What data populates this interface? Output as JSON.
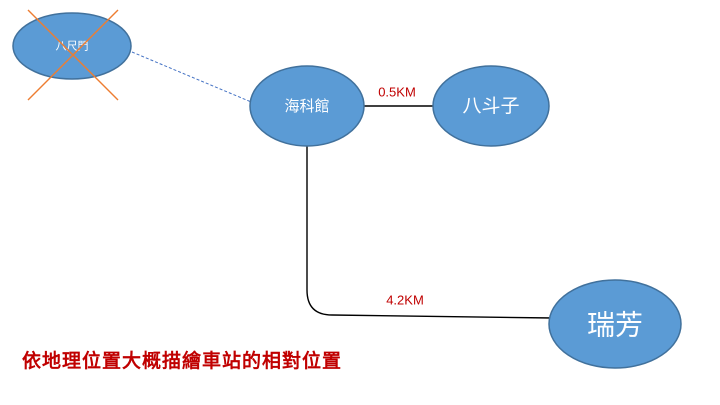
{
  "colors": {
    "node_fill": "#5B9BD5",
    "node_stroke": "#41719C",
    "cross": "#ED7D31",
    "distance_text": "#C00000",
    "caption_text": "#C00000",
    "line": "#000000",
    "dashed_line": "#4472C4"
  },
  "stations": {
    "bachimen": {
      "label": "八尺門",
      "status": "crossed-out"
    },
    "haikeguan": {
      "label": "海科館"
    },
    "badouzi": {
      "label": "八斗子"
    },
    "ruifang": {
      "label": "瑞芳"
    }
  },
  "links": {
    "haikeguan_badouzi": {
      "distance": "0.5KM",
      "style": "solid"
    },
    "haikeguan_ruifang": {
      "distance": "4.2KM",
      "style": "solid"
    },
    "bachimen_haikeguan": {
      "style": "dashed"
    }
  },
  "caption": "依地理位置大概描繪車站的相對位置"
}
